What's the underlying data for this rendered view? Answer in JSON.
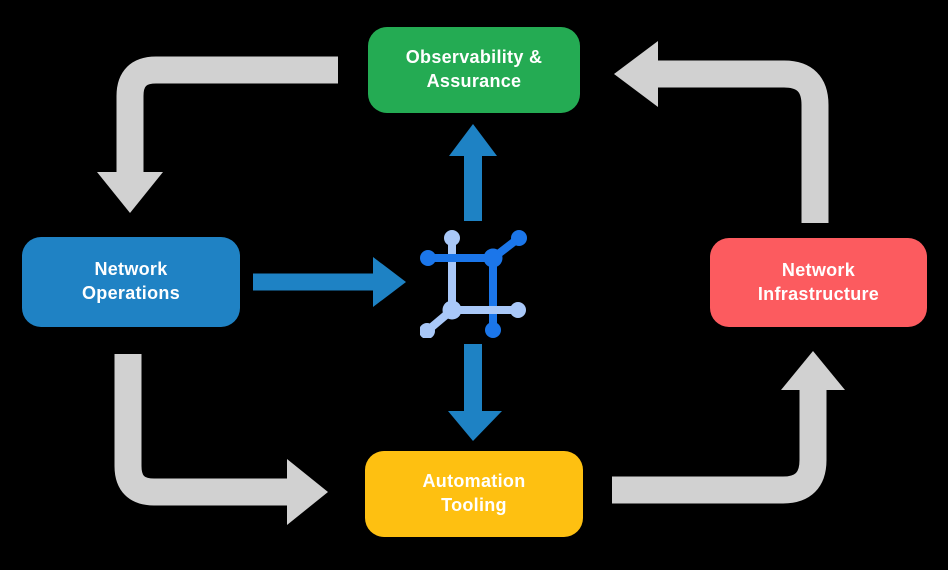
{
  "diagram": {
    "nodes": {
      "observability": {
        "label": "Observability &\nAssurance",
        "color_key": "node-green"
      },
      "operations": {
        "label": "Network\nOperations",
        "color_key": "node-blue"
      },
      "infrastructure": {
        "label": "Network\nInfrastructure",
        "color_key": "node-red"
      },
      "automation": {
        "label": "Automation\nTooling",
        "color_key": "node-yellow"
      }
    },
    "center_icon": {
      "name": "network-platform-icon"
    },
    "arrows": [
      {
        "from": "observability",
        "to": "operations",
        "style": "gray-elbow"
      },
      {
        "from": "operations",
        "to": "automation",
        "style": "gray-elbow"
      },
      {
        "from": "automation",
        "to": "infrastructure",
        "style": "gray-elbow"
      },
      {
        "from": "infrastructure",
        "to": "observability",
        "style": "gray-elbow"
      },
      {
        "from": "operations",
        "to": "center-icon",
        "style": "blue-straight"
      },
      {
        "from": "center-icon",
        "to": "observability",
        "style": "blue-straight"
      },
      {
        "from": "center-icon",
        "to": "automation",
        "style": "blue-straight"
      }
    ]
  },
  "colors": {
    "background": "#000000",
    "text": "#FFFFFF",
    "node-green": "#24AB53",
    "node-blue": "#1F82C4",
    "node-red": "#FC5B5F",
    "node-yellow": "#FEC011",
    "arrow-gray": "#D1D1D1",
    "arrow-blue": "#1E82C4",
    "icon-dark": "#1B76EA",
    "icon-light": "#A9C8F8"
  }
}
